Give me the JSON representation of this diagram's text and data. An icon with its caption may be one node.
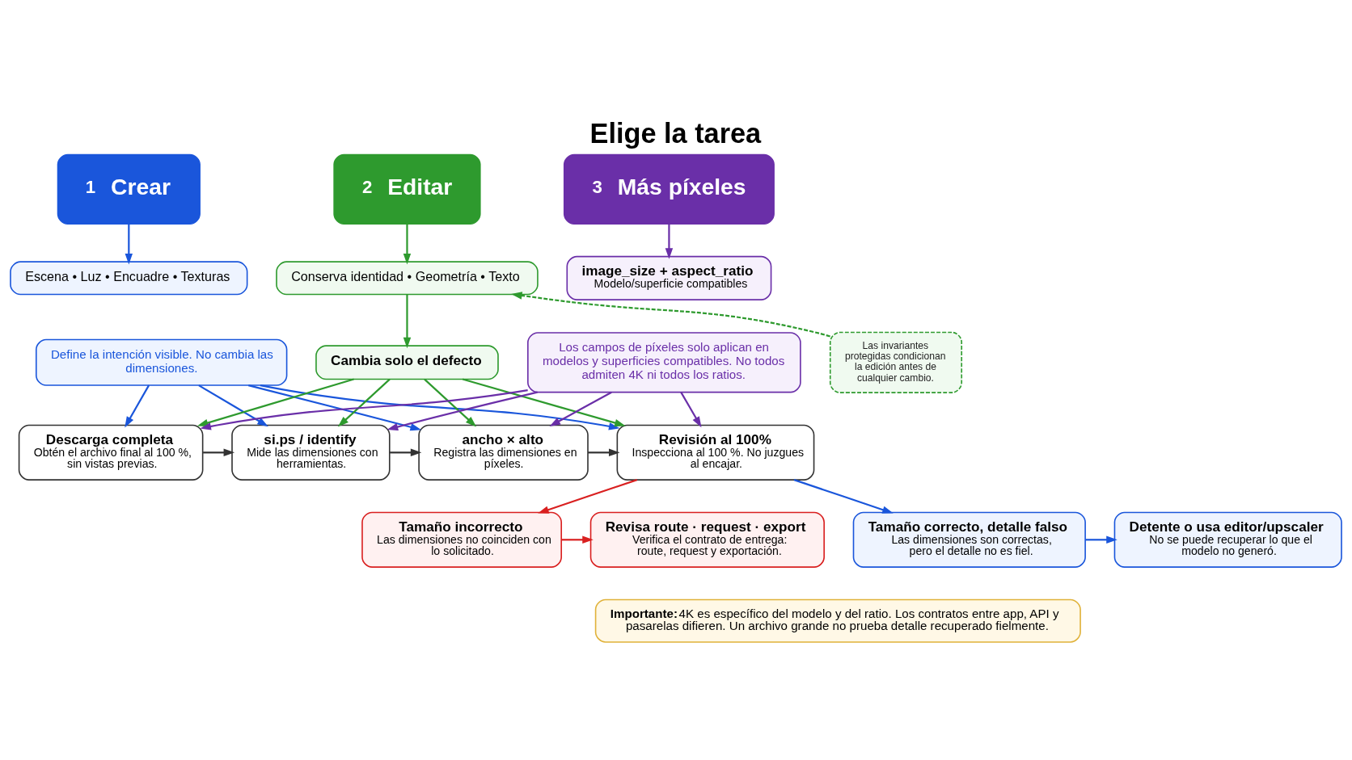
{
  "diagram": {
    "title": "Elige la tarea",
    "nodes": [
      {
        "text": [
          "1",
          "Crear"
        ]
      },
      {
        "text": [
          "Escena • Luz • Encuadre • Texturas"
        ]
      },
      {
        "text": [
          "Define la intención visible. No cambia las dimensiones."
        ]
      },
      {
        "text": [
          "2",
          "Editar"
        ]
      },
      {
        "text": [
          "Conserva identidad • Geometría • Texto"
        ]
      },
      {
        "text": [
          "Cambia solo el defecto"
        ]
      },
      {
        "text": [
          "Las invariantes protegidas condicionan la edición antes de cualquier cambio."
        ]
      },
      {
        "text": [
          "3",
          "Más píxeles"
        ]
      },
      {
        "text": [
          "image_size + aspect_ratio",
          "Modelo/superficie compatibles"
        ]
      },
      {
        "text": [
          "Los campos de píxeles solo aplican en modelos y superficies compatibles. No todos admiten 4K ni todos los ratios."
        ]
      },
      {
        "text": [
          "Descarga completa",
          "Obtén el archivo final al 100 %, sin vistas previas."
        ]
      },
      {
        "text": [
          "si.ps / identify",
          "Mide las dimensiones con herramientas."
        ]
      },
      {
        "text": [
          "ancho × alto",
          "Registra las dimensiones en píxeles."
        ]
      },
      {
        "text": [
          "Revisión al 100%",
          "Inspecciona al 100 %. No juzgues al encajar."
        ]
      },
      {
        "text": [
          "Tamaño incorrecto",
          "Las dimensiones no coinciden con lo solicitado."
        ]
      },
      {
        "text": [
          "Revisa route · request · export",
          "Verifica el contrato de entrega: route, request y exportación."
        ]
      },
      {
        "text": [
          "Tamaño correcto, detalle falso",
          "Las dimensiones son correctas, pero el detalle no es fiel."
        ]
      },
      {
        "text": [
          "Detente o usa editor/upscaler",
          "No se puede recuperar lo que el modelo no generó."
        ]
      },
      {
        "text": [
          "Importante:",
          "4K es específico del modelo y del ratio. Los contratos entre app, API y pasarelas difieren. Un archivo grande no prueba detalle recuperado fielmente."
        ]
      }
    ],
    "edges": [
      {
        "from": 0,
        "to": 1,
        "arrow": "to",
        "color": "#1a56db"
      },
      {
        "from": 3,
        "to": 4,
        "arrow": "to",
        "color": "#2e9a2e"
      },
      {
        "from": 4,
        "to": 5,
        "arrow": "to",
        "color": "#2e9a2e"
      },
      {
        "from": 6,
        "to": 4,
        "arrow": "to",
        "style": "dashed",
        "color": "#2e9a2e"
      },
      {
        "from": 7,
        "to": 8,
        "arrow": "to",
        "color": "#6a2fa8"
      },
      {
        "from": 2,
        "to": 10,
        "arrow": "to",
        "color": "#1a56db"
      },
      {
        "from": 2,
        "to": 11,
        "arrow": "to",
        "color": "#1a56db"
      },
      {
        "from": 2,
        "to": 12,
        "arrow": "to",
        "color": "#1a56db"
      },
      {
        "from": 2,
        "to": 13,
        "arrow": "to",
        "color": "#1a56db"
      },
      {
        "from": 5,
        "to": 10,
        "arrow": "to",
        "color": "#2e9a2e"
      },
      {
        "from": 5,
        "to": 11,
        "arrow": "to",
        "color": "#2e9a2e"
      },
      {
        "from": 5,
        "to": 12,
        "arrow": "to",
        "color": "#2e9a2e"
      },
      {
        "from": 5,
        "to": 13,
        "arrow": "to",
        "color": "#2e9a2e"
      },
      {
        "from": 9,
        "to": 10,
        "arrow": "to",
        "color": "#6a2fa8"
      },
      {
        "from": 9,
        "to": 11,
        "arrow": "to",
        "color": "#6a2fa8"
      },
      {
        "from": 9,
        "to": 12,
        "arrow": "to",
        "color": "#6a2fa8"
      },
      {
        "from": 9,
        "to": 13,
        "arrow": "to",
        "color": "#6a2fa8"
      },
      {
        "from": 10,
        "to": 11,
        "arrow": "to",
        "color": "#333333"
      },
      {
        "from": 11,
        "to": 12,
        "arrow": "to",
        "color": "#333333"
      },
      {
        "from": 12,
        "to": 13,
        "arrow": "to",
        "color": "#333333"
      },
      {
        "from": 13,
        "to": 14,
        "arrow": "to",
        "color": "#d92020"
      },
      {
        "from": 13,
        "to": 16,
        "arrow": "to",
        "color": "#1a56db"
      },
      {
        "from": 14,
        "to": 15,
        "arrow": "to",
        "color": "#d92020"
      },
      {
        "from": 16,
        "to": 17,
        "arrow": "to",
        "color": "#1a56db"
      }
    ]
  }
}
